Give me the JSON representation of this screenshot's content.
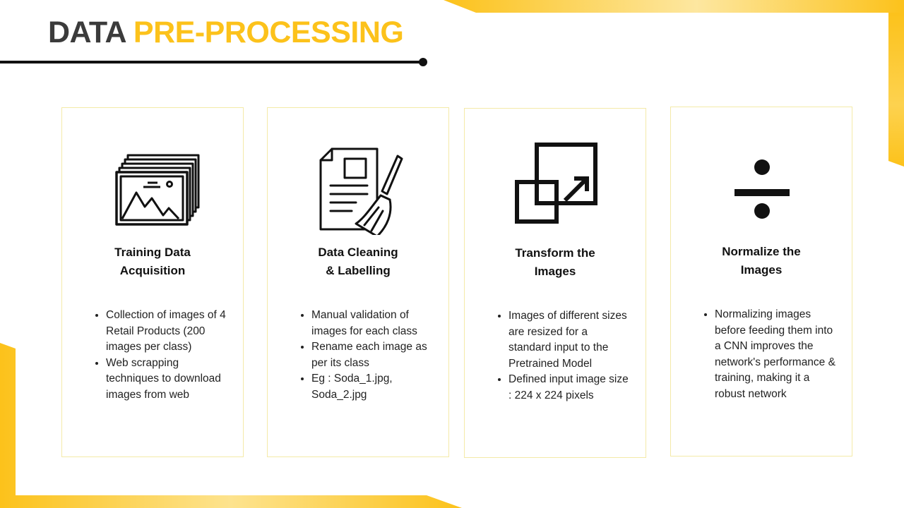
{
  "title": {
    "part1": "DATA",
    "part2": "PRE-PROCESSING"
  },
  "colors": {
    "accent": "#fcc21b",
    "title_dark": "#3b3b3b",
    "card_border": "#f4eaa8"
  },
  "cards": [
    {
      "icon": "image-stack-icon",
      "title_line1": "Training Data",
      "title_line2": "Acquisition",
      "bullets": [
        "Collection of images of 4 Retail Products (200 images per class)",
        "Web scrapping techniques to download images from web"
      ]
    },
    {
      "icon": "document-broom-icon",
      "title_line1": "Data Cleaning",
      "title_line2": "& Labelling",
      "bullets": [
        "Manual validation of images for each class",
        "Rename each image as per its class",
        "Eg : Soda_1.jpg, Soda_2.jpg"
      ]
    },
    {
      "icon": "resize-expand-icon",
      "title_line1": "Transform the",
      "title_line2": "Images",
      "bullets": [
        "Images of different sizes are resized for a standard input to the Pretrained Model",
        "Defined input image size : 224 x 224 pixels"
      ]
    },
    {
      "icon": "division-icon",
      "title_line1": "Normalize the",
      "title_line2": "Images",
      "bullets": [
        "Normalizing images before feeding them into a CNN improves the network's performance & training, making it a robust network"
      ]
    }
  ]
}
